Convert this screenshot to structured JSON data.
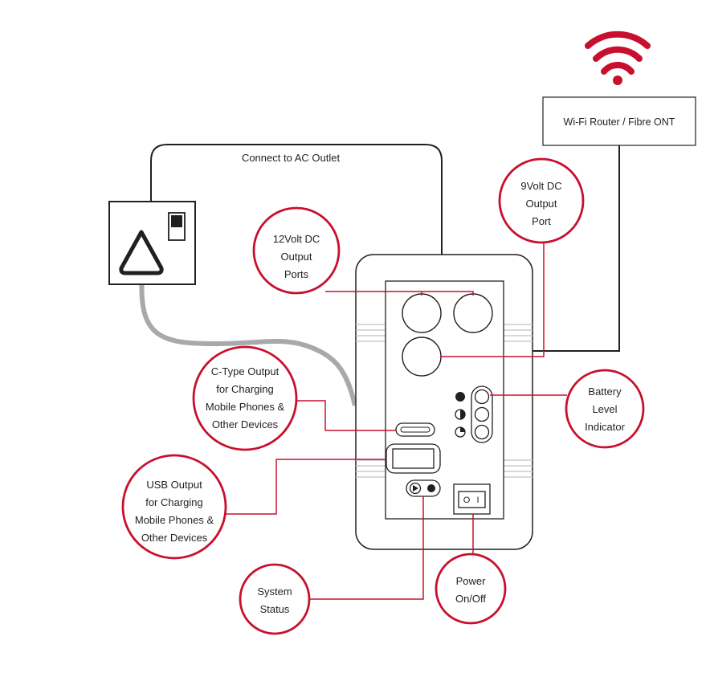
{
  "colors": {
    "accent": "#c8102e",
    "line": "#231f20",
    "cable": "#a7a9ac",
    "device_fill": "#ffffff",
    "stripe": "#d1d3d4"
  },
  "icons": {
    "wifi": "wifi-icon",
    "socket": "wall-socket-icon",
    "play": "play-indicator-icon"
  },
  "router": {
    "label": "Wi-Fi Router / Fibre ONT"
  },
  "ac_cable": {
    "label": "Connect to AC Outlet"
  },
  "callouts": {
    "dc12": [
      "12Volt DC",
      "Output",
      "Ports"
    ],
    "dc9": [
      "9Volt DC",
      "Output",
      "Port"
    ],
    "ctype": [
      "C-Type Output",
      "for Charging",
      "Mobile Phones &",
      "Other Devices"
    ],
    "usb": [
      "USB Output",
      "for Charging",
      "Mobile Phones &",
      "Other Devices"
    ],
    "battery": [
      "Battery",
      "Level",
      "Indicator"
    ],
    "status": [
      "System",
      "Status"
    ],
    "power": [
      "Power",
      "On/Off"
    ]
  },
  "switch": {
    "off": "O",
    "on": "I"
  }
}
